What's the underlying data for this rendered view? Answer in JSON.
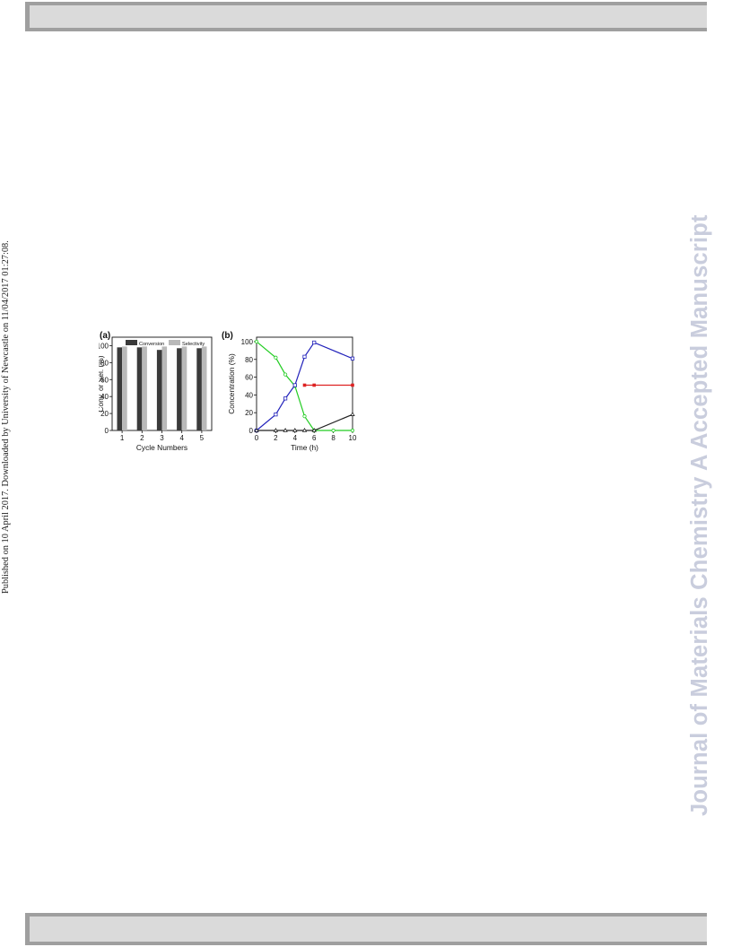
{
  "side_note": "Published on 10 April 2017. Downloaded by University of Newcastle on 11/04/2017 01:27:08.",
  "watermark": "Journal of Materials Chemistry A Accepted Manuscript",
  "chart_data": [
    {
      "type": "bar",
      "panel_label": "(a)",
      "categories": [
        "1",
        "2",
        "3",
        "4",
        "5"
      ],
      "series": [
        {
          "name": "Conversion",
          "color": "#3a3a3a",
          "values": [
            98,
            98,
            95,
            97,
            97
          ]
        },
        {
          "name": "Selectivity",
          "color": "#b9b9b9",
          "values": [
            99,
            99,
            99,
            99,
            99
          ]
        }
      ],
      "xlabel": "Cycle Numbers",
      "ylabel": "Conv. or Sel. (%)",
      "ylim": [
        0,
        110
      ],
      "yticks": [
        0,
        20,
        40,
        60,
        80,
        100
      ],
      "legend": "top",
      "grid": false
    },
    {
      "type": "line",
      "panel_label": "(b)",
      "xlabel": "Time (h)",
      "ylabel": "Concentration (%)",
      "xlim": [
        0,
        10
      ],
      "ylim": [
        0,
        105
      ],
      "xticks": [
        0,
        2,
        4,
        6,
        8,
        10
      ],
      "yticks": [
        0,
        20,
        40,
        60,
        80,
        100
      ],
      "grid": false,
      "series": [
        {
          "color": "#22cc22",
          "marker": "circle-open",
          "x": [
            0,
            2,
            3,
            4,
            5,
            6,
            8,
            10
          ],
          "y": [
            100,
            82,
            63,
            50,
            16,
            0,
            0,
            0
          ]
        },
        {
          "color": "#2222bb",
          "marker": "square-open",
          "x": [
            0,
            2,
            3,
            4,
            5,
            6,
            10
          ],
          "y": [
            0,
            18,
            36,
            51,
            83,
            99,
            81
          ]
        },
        {
          "color": "#dd2222",
          "marker": "square-filled",
          "x": [
            5,
            6,
            10
          ],
          "y": [
            51,
            51,
            51
          ]
        },
        {
          "color": "#222222",
          "marker": "triangle-open",
          "x": [
            0,
            2,
            3,
            4,
            5,
            6,
            10
          ],
          "y": [
            0,
            0,
            0,
            0,
            0,
            0,
            18
          ]
        }
      ]
    }
  ]
}
